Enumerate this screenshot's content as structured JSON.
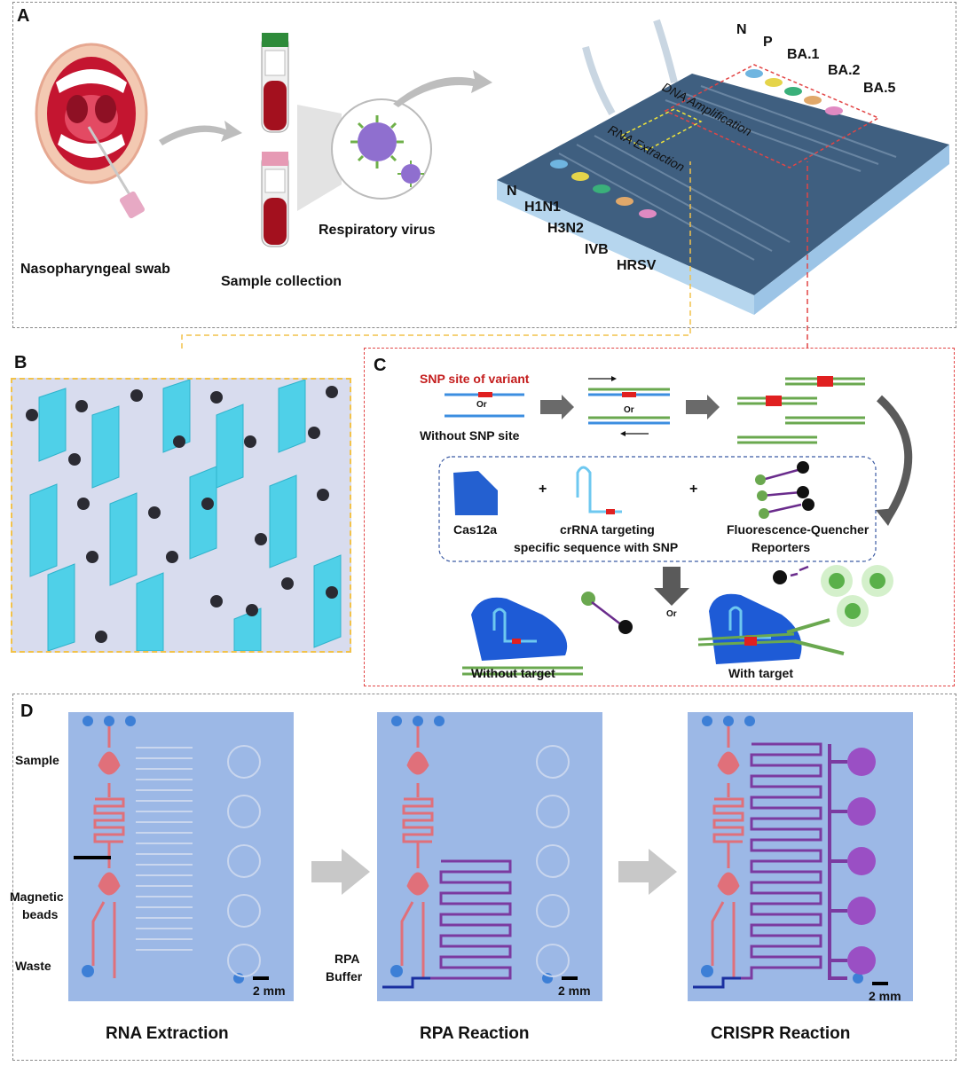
{
  "panels": {
    "a": {
      "letter": "A"
    },
    "b": {
      "letter": "B"
    },
    "c": {
      "letter": "C"
    },
    "d": {
      "letter": "D"
    }
  },
  "panel_a": {
    "swab_label": "Nasopharyngeal swab",
    "collection_label": "Sample collection",
    "virus_label": "Respiratory virus",
    "chip_top_labels": [
      "N",
      "P",
      "BA.1",
      "BA.2",
      "BA.5"
    ],
    "chip_left_labels": [
      "N",
      "H1N1",
      "H3N2",
      "IVB",
      "HRSV"
    ],
    "dna_amp_label": "DNA Amplification",
    "rna_ext_label": "RNA Extraction"
  },
  "panel_c": {
    "snp_label": "SNP site of variant",
    "or_label": "Or",
    "without_snp_label": "Without SNP site",
    "cas_label": "Cas12a",
    "crrna_label_1": "crRNA targeting",
    "crrna_label_2": "specific sequence with SNP",
    "reporter_label_1": "Fluorescence-Quencher",
    "reporter_label_2": "Reporters",
    "without_target_label": "Without target",
    "with_target_label": "With target",
    "plus": "+"
  },
  "panel_d": {
    "sample_label": "Sample",
    "beads_label_1": "Magnetic",
    "beads_label_2": "beads",
    "waste_label": "Waste",
    "rpa_label_1": "RPA",
    "rpa_label_2": "Buffer",
    "scale_label": "2 mm",
    "step1": "RNA Extraction",
    "step2": "RPA Reaction",
    "step3": "CRISPR Reaction"
  },
  "colors": {
    "chip_blue": "#9cb8e6",
    "channel_red": "#e0707a",
    "channel_purple": "#7b3aa0",
    "strand_blue": "#3c8ee0",
    "strand_green": "#6aa84f",
    "snp_red": "#e02020",
    "cas_blue": "#1e5bd6"
  }
}
